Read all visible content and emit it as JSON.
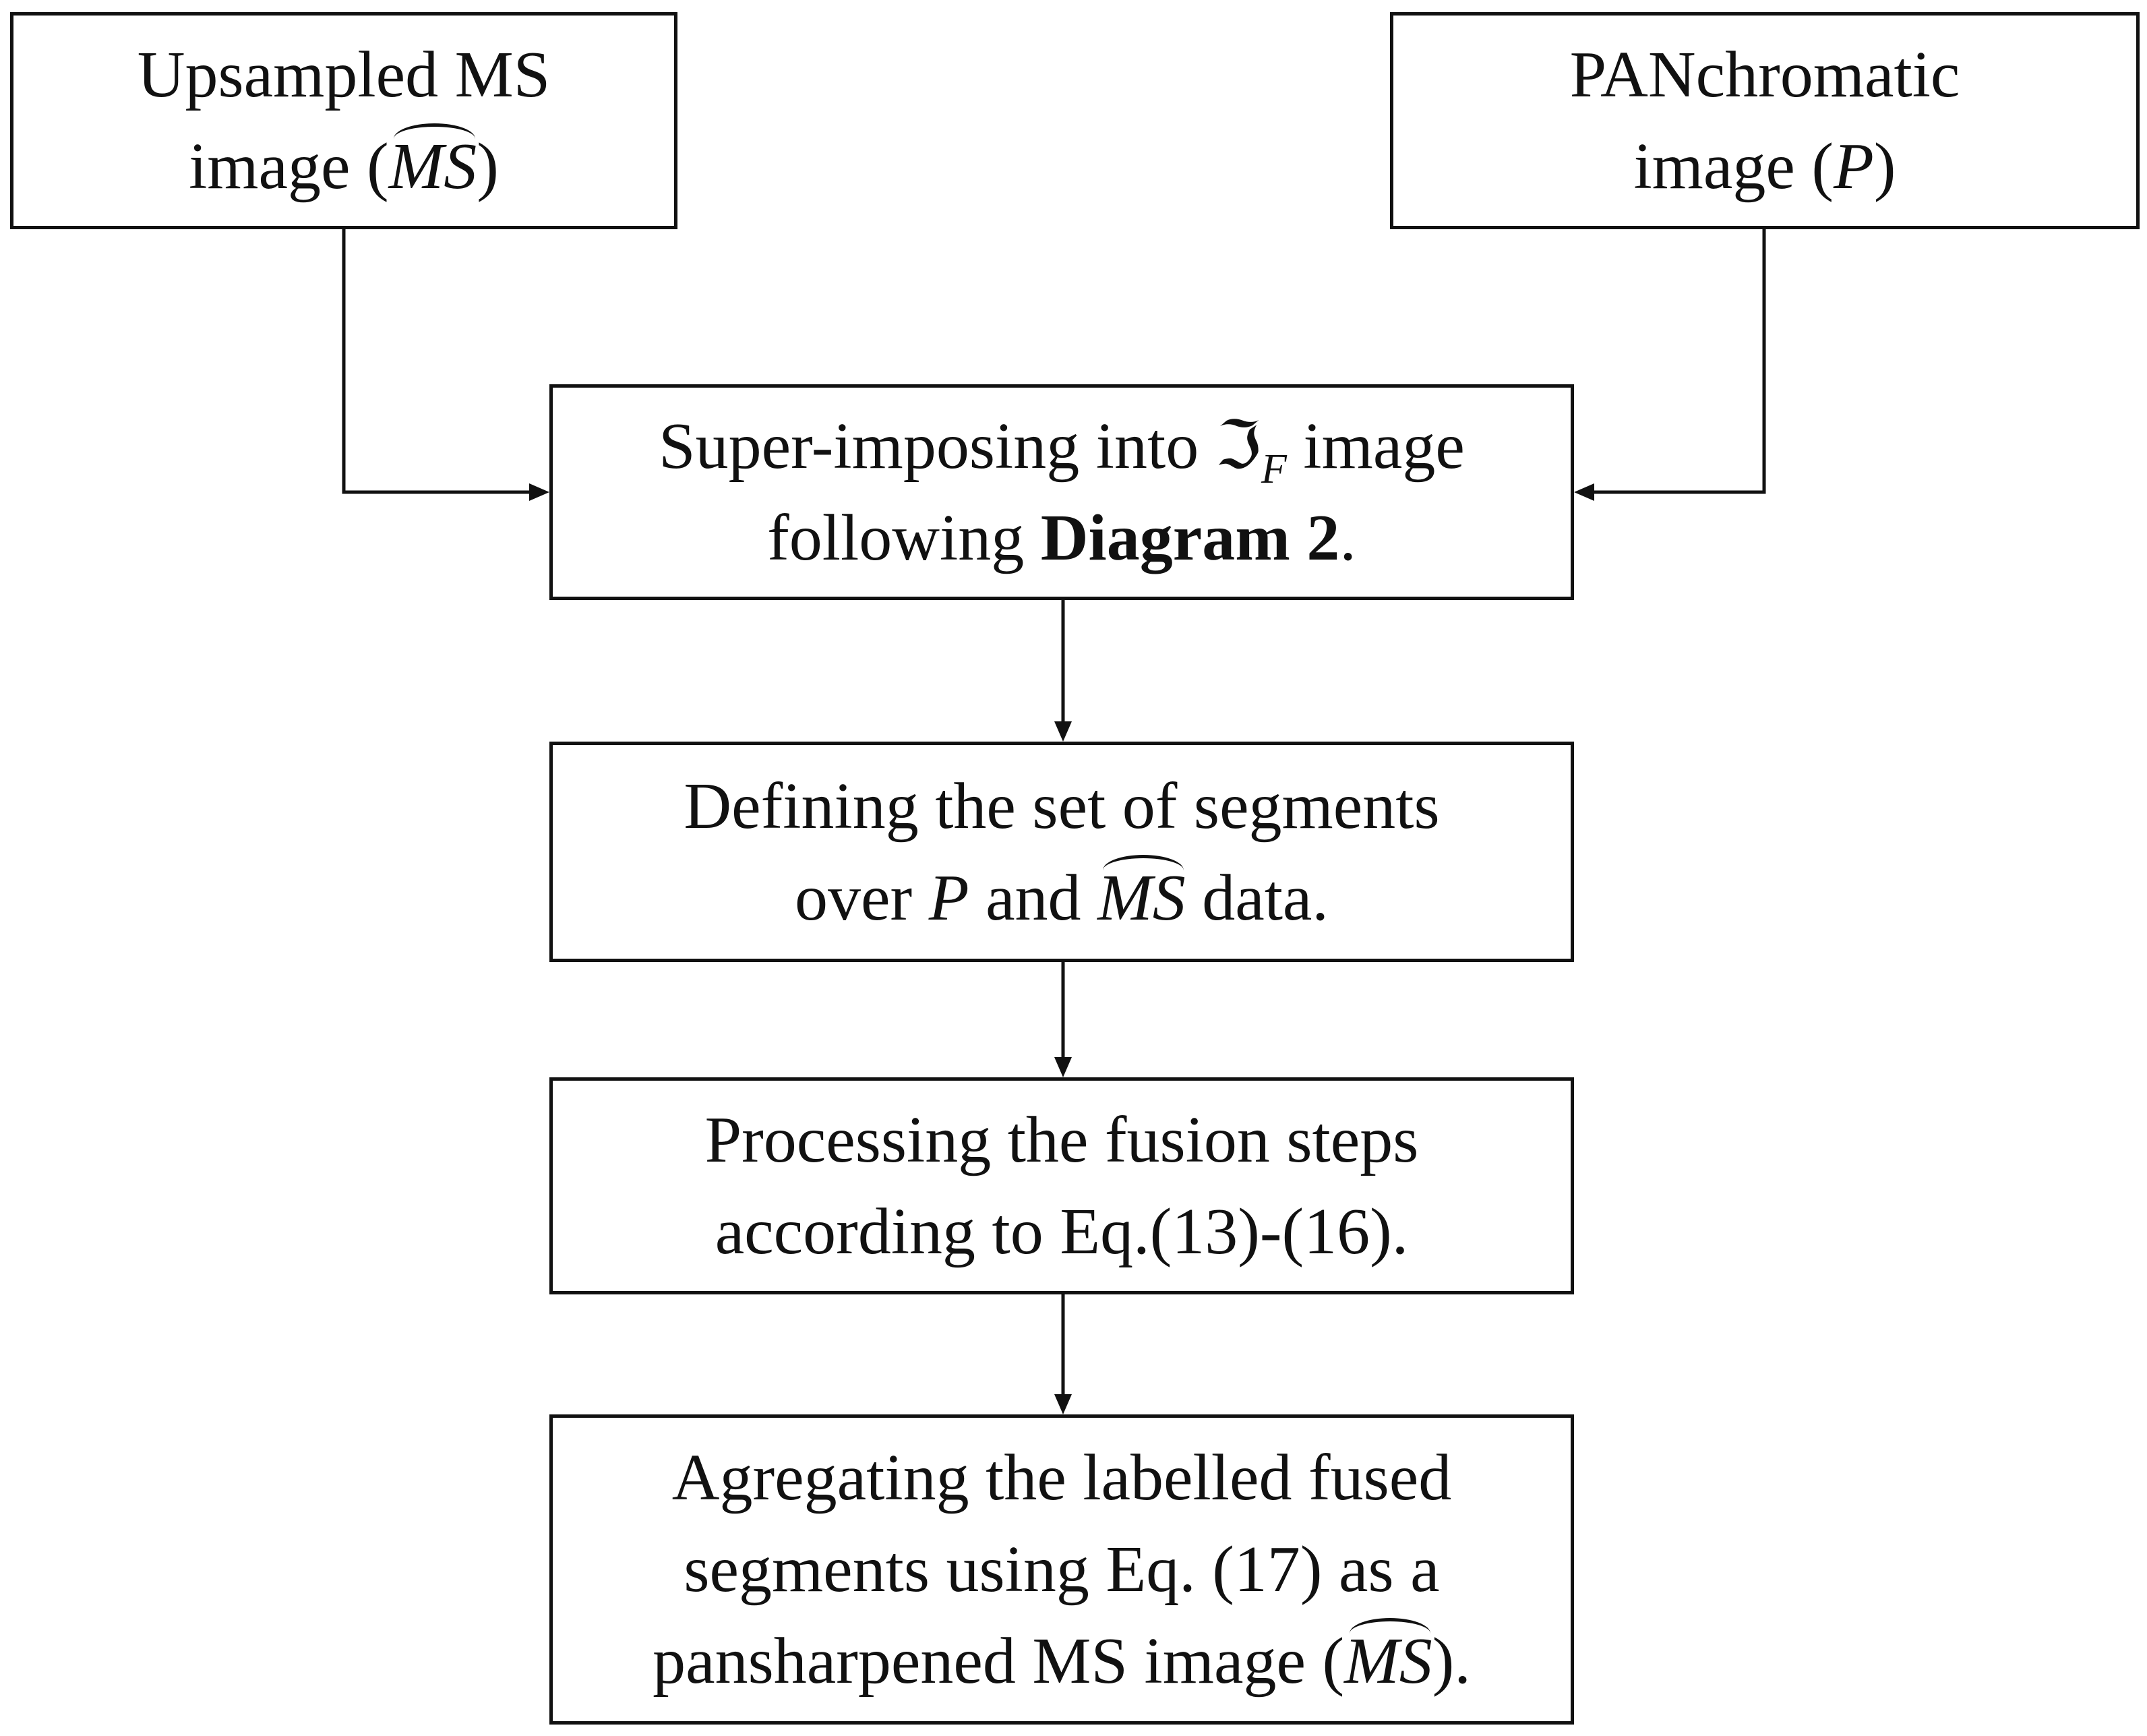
{
  "nodes": {
    "ms_input": {
      "line1": "Upsampled MS",
      "line2_pre": "image (",
      "line2_sym": "MS",
      "line2_post": ")"
    },
    "pan_input": {
      "line1": "PANchromatic",
      "line2_pre": "image (",
      "line2_sym": "P",
      "line2_post": ")"
    },
    "superimpose": {
      "line1_pre": "Super-imposing into ",
      "line1_sym": "ℑ",
      "line1_sub": "F",
      "line1_post": " image",
      "line2_pre": "following ",
      "line2_bold": "Diagram 2",
      "line2_post": "."
    },
    "segments": {
      "line1": "Defining the set of segments",
      "line2_pre": "over ",
      "line2_sym1": "P",
      "line2_mid": " and ",
      "line2_sym2": "MS",
      "line2_post": " data."
    },
    "fusion": {
      "line1": "Processing the fusion steps",
      "line2": "according to Eq.(13)-(16)."
    },
    "aggregate": {
      "line1": "Agregating the labelled fused",
      "line2": "segments using Eq. (17) as a",
      "line3_pre": "pansharpened MS image (",
      "line3_sym": "MS",
      "line3_post": ")."
    }
  },
  "edges": [
    {
      "from": "ms_input",
      "to": "superimpose"
    },
    {
      "from": "pan_input",
      "to": "superimpose"
    },
    {
      "from": "superimpose",
      "to": "segments"
    },
    {
      "from": "segments",
      "to": "fusion"
    },
    {
      "from": "fusion",
      "to": "aggregate"
    }
  ]
}
